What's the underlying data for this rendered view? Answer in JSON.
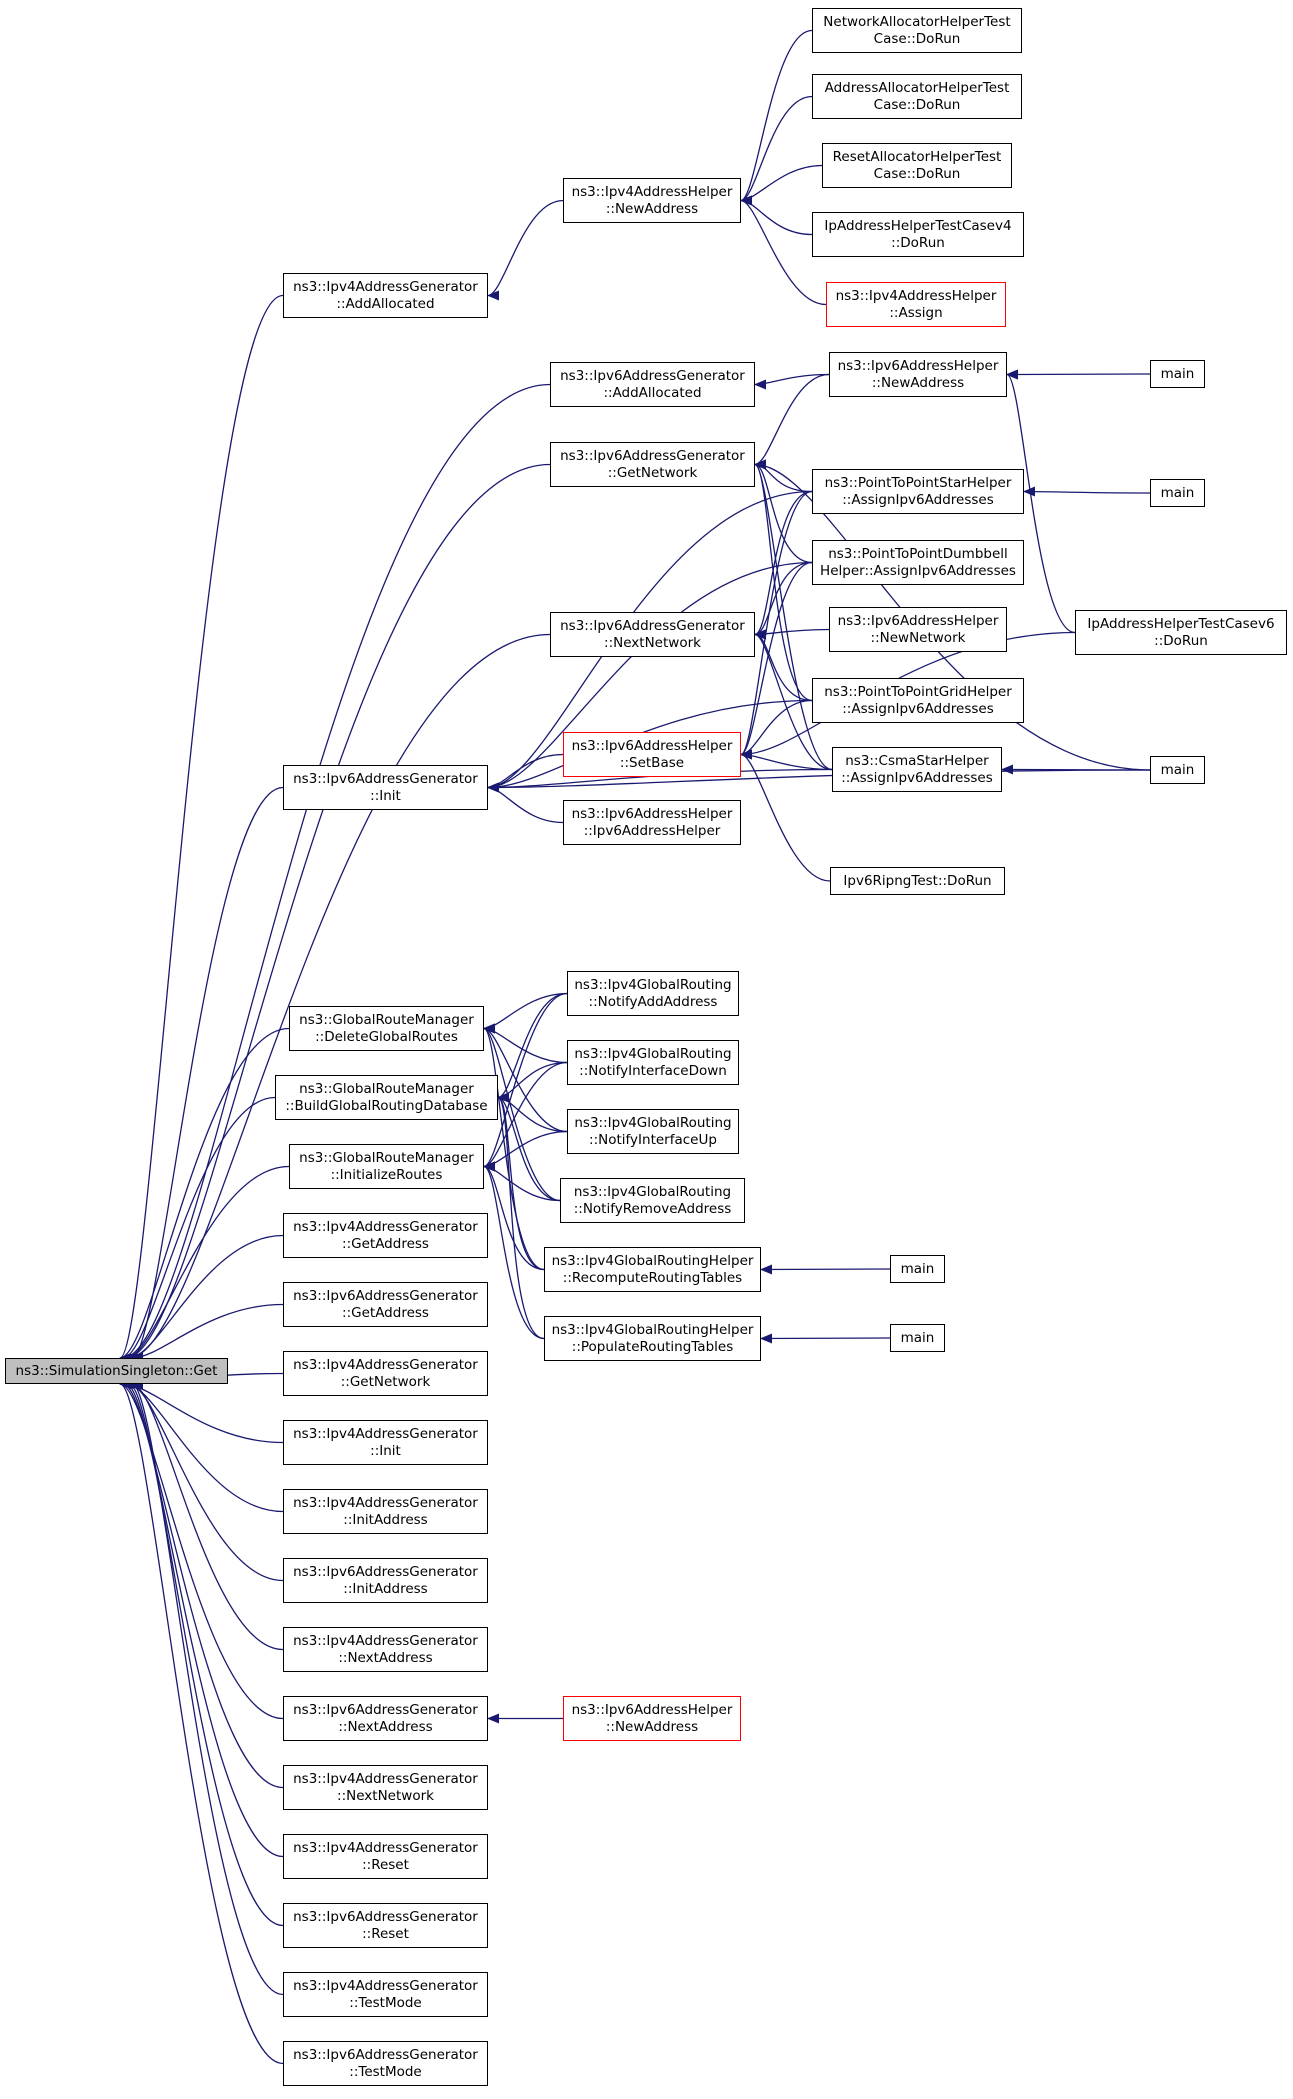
{
  "colors": {
    "edge": "#191970",
    "node_border": "#000000",
    "node_border_red": "#ff0000",
    "root_fill": "#bfbfbf",
    "background": "#ffffff"
  },
  "nodes": [
    {
      "id": "root",
      "lines": [
        "ns3::SimulationSingleton::Get"
      ],
      "style": "root"
    },
    {
      "id": "v4ag_addalloc",
      "lines": [
        "ns3::Ipv4AddressGenerator",
        "::AddAllocated"
      ]
    },
    {
      "id": "v4ah_newaddr",
      "lines": [
        "ns3::Ipv4AddressHelper",
        "::NewAddress"
      ]
    },
    {
      "id": "netalloc_test",
      "lines": [
        "NetworkAllocatorHelperTest",
        "Case::DoRun"
      ]
    },
    {
      "id": "addralloc_test",
      "lines": [
        "AddressAllocatorHelperTest",
        "Case::DoRun"
      ]
    },
    {
      "id": "resetalloc_test",
      "lines": [
        "ResetAllocatorHelperTest",
        "Case::DoRun"
      ]
    },
    {
      "id": "iphelper_v4",
      "lines": [
        "IpAddressHelperTestCasev4",
        "::DoRun"
      ]
    },
    {
      "id": "v4ah_assign",
      "lines": [
        "ns3::Ipv4AddressHelper",
        "::Assign"
      ],
      "style": "red"
    },
    {
      "id": "v6ag_addalloc",
      "lines": [
        "ns3::Ipv6AddressGenerator",
        "::AddAllocated"
      ]
    },
    {
      "id": "v6ah_newaddr",
      "lines": [
        "ns3::Ipv6AddressHelper",
        "::NewAddress"
      ]
    },
    {
      "id": "main1",
      "lines": [
        "main"
      ]
    },
    {
      "id": "v6ag_getnet",
      "lines": [
        "ns3::Ipv6AddressGenerator",
        "::GetNetwork"
      ]
    },
    {
      "id": "p2p_star",
      "lines": [
        "ns3::PointToPointStarHelper",
        "::AssignIpv6Addresses"
      ]
    },
    {
      "id": "main2",
      "lines": [
        "main"
      ]
    },
    {
      "id": "p2p_dumbbell",
      "lines": [
        "ns3::PointToPointDumbbell",
        "Helper::AssignIpv6Addresses"
      ]
    },
    {
      "id": "iphelper_v6",
      "lines": [
        "IpAddressHelperTestCasev6",
        "::DoRun"
      ]
    },
    {
      "id": "v6ag_nextnet",
      "lines": [
        "ns3::Ipv6AddressGenerator",
        "::NextNetwork"
      ]
    },
    {
      "id": "v6ah_newnet",
      "lines": [
        "ns3::Ipv6AddressHelper",
        "::NewNetwork"
      ]
    },
    {
      "id": "p2p_grid",
      "lines": [
        "ns3::PointToPointGridHelper",
        "::AssignIpv6Addresses"
      ]
    },
    {
      "id": "v6ah_setbase",
      "lines": [
        "ns3::Ipv6AddressHelper",
        "::SetBase"
      ],
      "style": "red"
    },
    {
      "id": "csma_star",
      "lines": [
        "ns3::CsmaStarHelper",
        "::AssignIpv6Addresses"
      ]
    },
    {
      "id": "main3",
      "lines": [
        "main"
      ]
    },
    {
      "id": "v6ag_init",
      "lines": [
        "ns3::Ipv6AddressGenerator",
        "::Init"
      ]
    },
    {
      "id": "v6ah_ctor",
      "lines": [
        "ns3::Ipv6AddressHelper",
        "::Ipv6AddressHelper"
      ]
    },
    {
      "id": "ripng_test",
      "lines": [
        "Ipv6RipngTest::DoRun"
      ]
    },
    {
      "id": "grm_delete",
      "lines": [
        "ns3::GlobalRouteManager",
        "::DeleteGlobalRoutes"
      ]
    },
    {
      "id": "grm_build",
      "lines": [
        "ns3::GlobalRouteManager",
        "::BuildGlobalRoutingDatabase"
      ]
    },
    {
      "id": "grm_init",
      "lines": [
        "ns3::GlobalRouteManager",
        "::InitializeRoutes"
      ]
    },
    {
      "id": "gr_addaddr",
      "lines": [
        "ns3::Ipv4GlobalRouting",
        "::NotifyAddAddress"
      ]
    },
    {
      "id": "gr_ifdown",
      "lines": [
        "ns3::Ipv4GlobalRouting",
        "::NotifyInterfaceDown"
      ]
    },
    {
      "id": "gr_ifup",
      "lines": [
        "ns3::Ipv4GlobalRouting",
        "::NotifyInterfaceUp"
      ]
    },
    {
      "id": "gr_remaddr",
      "lines": [
        "ns3::Ipv4GlobalRouting",
        "::NotifyRemoveAddress"
      ]
    },
    {
      "id": "grh_recompute",
      "lines": [
        "ns3::Ipv4GlobalRoutingHelper",
        "::RecomputeRoutingTables"
      ]
    },
    {
      "id": "main4",
      "lines": [
        "main"
      ]
    },
    {
      "id": "grh_populate",
      "lines": [
        "ns3::Ipv4GlobalRoutingHelper",
        "::PopulateRoutingTables"
      ]
    },
    {
      "id": "main5",
      "lines": [
        "main"
      ]
    },
    {
      "id": "v4ag_getaddr",
      "lines": [
        "ns3::Ipv4AddressGenerator",
        "::GetAddress"
      ]
    },
    {
      "id": "v6ag_getaddr",
      "lines": [
        "ns3::Ipv6AddressGenerator",
        "::GetAddress"
      ]
    },
    {
      "id": "v4ag_getnet",
      "lines": [
        "ns3::Ipv4AddressGenerator",
        "::GetNetwork"
      ]
    },
    {
      "id": "v4ag_init",
      "lines": [
        "ns3::Ipv4AddressGenerator",
        "::Init"
      ]
    },
    {
      "id": "v4ag_initaddr",
      "lines": [
        "ns3::Ipv4AddressGenerator",
        "::InitAddress"
      ]
    },
    {
      "id": "v6ag_initaddr",
      "lines": [
        "ns3::Ipv6AddressGenerator",
        "::InitAddress"
      ]
    },
    {
      "id": "v4ag_nextaddr",
      "lines": [
        "ns3::Ipv4AddressGenerator",
        "::NextAddress"
      ]
    },
    {
      "id": "v6ag_nextaddr",
      "lines": [
        "ns3::Ipv6AddressGenerator",
        "::NextAddress"
      ]
    },
    {
      "id": "v6ah_newaddr2",
      "lines": [
        "ns3::Ipv6AddressHelper",
        "::NewAddress"
      ],
      "style": "red"
    },
    {
      "id": "v4ag_nextnet",
      "lines": [
        "ns3::Ipv4AddressGenerator",
        "::NextNetwork"
      ]
    },
    {
      "id": "v4ag_reset",
      "lines": [
        "ns3::Ipv4AddressGenerator",
        "::Reset"
      ]
    },
    {
      "id": "v6ag_reset",
      "lines": [
        "ns3::Ipv6AddressGenerator",
        "::Reset"
      ]
    },
    {
      "id": "v4ag_testmode",
      "lines": [
        "ns3::Ipv4AddressGenerator",
        "::TestMode"
      ]
    },
    {
      "id": "v6ag_testmode",
      "lines": [
        "ns3::Ipv6AddressGenerator",
        "::TestMode"
      ]
    }
  ],
  "edges": [
    {
      "from": "v4ag_addalloc",
      "to": "root"
    },
    {
      "from": "v6ag_addalloc",
      "to": "root"
    },
    {
      "from": "v6ag_getnet",
      "to": "root"
    },
    {
      "from": "v6ag_nextnet",
      "to": "root"
    },
    {
      "from": "v6ag_init",
      "to": "root"
    },
    {
      "from": "grm_delete",
      "to": "root"
    },
    {
      "from": "grm_build",
      "to": "root"
    },
    {
      "from": "grm_init",
      "to": "root"
    },
    {
      "from": "v4ag_getaddr",
      "to": "root"
    },
    {
      "from": "v6ag_getaddr",
      "to": "root"
    },
    {
      "from": "v4ag_getnet",
      "to": "root"
    },
    {
      "from": "v4ag_init",
      "to": "root"
    },
    {
      "from": "v4ag_initaddr",
      "to": "root"
    },
    {
      "from": "v6ag_initaddr",
      "to": "root"
    },
    {
      "from": "v4ag_nextaddr",
      "to": "root"
    },
    {
      "from": "v6ag_nextaddr",
      "to": "root"
    },
    {
      "from": "v4ag_nextnet",
      "to": "root"
    },
    {
      "from": "v4ag_reset",
      "to": "root"
    },
    {
      "from": "v6ag_reset",
      "to": "root"
    },
    {
      "from": "v4ag_testmode",
      "to": "root"
    },
    {
      "from": "v6ag_testmode",
      "to": "root"
    },
    {
      "from": "v4ah_newaddr",
      "to": "v4ag_addalloc"
    },
    {
      "from": "netalloc_test",
      "to": "v4ah_newaddr"
    },
    {
      "from": "addralloc_test",
      "to": "v4ah_newaddr"
    },
    {
      "from": "resetalloc_test",
      "to": "v4ah_newaddr"
    },
    {
      "from": "iphelper_v4",
      "to": "v4ah_newaddr"
    },
    {
      "from": "v4ah_assign",
      "to": "v4ah_newaddr"
    },
    {
      "from": "v6ah_newaddr",
      "to": "v6ag_addalloc"
    },
    {
      "from": "main1",
      "to": "v6ah_newaddr"
    },
    {
      "from": "iphelper_v6",
      "to": "v6ah_newaddr"
    },
    {
      "from": "p2p_star",
      "to": "v6ag_getnet"
    },
    {
      "from": "p2p_dumbbell",
      "to": "v6ag_getnet"
    },
    {
      "from": "p2p_grid",
      "to": "v6ag_getnet"
    },
    {
      "from": "csma_star",
      "to": "v6ag_getnet"
    },
    {
      "from": "v6ah_newaddr",
      "to": "v6ag_getnet"
    },
    {
      "from": "main3",
      "to": "v6ag_getnet"
    },
    {
      "from": "main2",
      "to": "p2p_star"
    },
    {
      "from": "p2p_star",
      "to": "v6ag_nextnet"
    },
    {
      "from": "p2p_dumbbell",
      "to": "v6ag_nextnet"
    },
    {
      "from": "v6ah_newnet",
      "to": "v6ag_nextnet"
    },
    {
      "from": "p2p_grid",
      "to": "v6ag_nextnet"
    },
    {
      "from": "csma_star",
      "to": "v6ag_nextnet"
    },
    {
      "from": "v6ah_setbase",
      "to": "v6ag_init"
    },
    {
      "from": "v6ah_ctor",
      "to": "v6ag_init"
    },
    {
      "from": "p2p_star",
      "to": "v6ag_init"
    },
    {
      "from": "p2p_dumbbell",
      "to": "v6ag_init"
    },
    {
      "from": "p2p_grid",
      "to": "v6ag_init"
    },
    {
      "from": "csma_star",
      "to": "v6ag_init"
    },
    {
      "from": "main3",
      "to": "v6ag_init"
    },
    {
      "from": "p2p_star",
      "to": "v6ah_setbase"
    },
    {
      "from": "p2p_dumbbell",
      "to": "v6ah_setbase"
    },
    {
      "from": "p2p_grid",
      "to": "v6ah_setbase"
    },
    {
      "from": "csma_star",
      "to": "v6ah_setbase"
    },
    {
      "from": "ripng_test",
      "to": "v6ah_setbase"
    },
    {
      "from": "iphelper_v6",
      "to": "v6ah_setbase"
    },
    {
      "from": "main3",
      "to": "csma_star"
    },
    {
      "from": "gr_addaddr",
      "to": "grm_delete"
    },
    {
      "from": "gr_ifdown",
      "to": "grm_delete"
    },
    {
      "from": "gr_ifup",
      "to": "grm_delete"
    },
    {
      "from": "gr_remaddr",
      "to": "grm_delete"
    },
    {
      "from": "grh_recompute",
      "to": "grm_delete"
    },
    {
      "from": "gr_addaddr",
      "to": "grm_build"
    },
    {
      "from": "gr_ifdown",
      "to": "grm_build"
    },
    {
      "from": "gr_ifup",
      "to": "grm_build"
    },
    {
      "from": "gr_remaddr",
      "to": "grm_build"
    },
    {
      "from": "grh_recompute",
      "to": "grm_build"
    },
    {
      "from": "grh_populate",
      "to": "grm_build"
    },
    {
      "from": "gr_addaddr",
      "to": "grm_init"
    },
    {
      "from": "gr_ifdown",
      "to": "grm_init"
    },
    {
      "from": "gr_ifup",
      "to": "grm_init"
    },
    {
      "from": "gr_remaddr",
      "to": "grm_init"
    },
    {
      "from": "grh_recompute",
      "to": "grm_init"
    },
    {
      "from": "grh_populate",
      "to": "grm_init"
    },
    {
      "from": "main4",
      "to": "grh_recompute"
    },
    {
      "from": "main5",
      "to": "grh_populate"
    },
    {
      "from": "v6ah_newaddr2",
      "to": "v6ag_nextaddr"
    }
  ]
}
